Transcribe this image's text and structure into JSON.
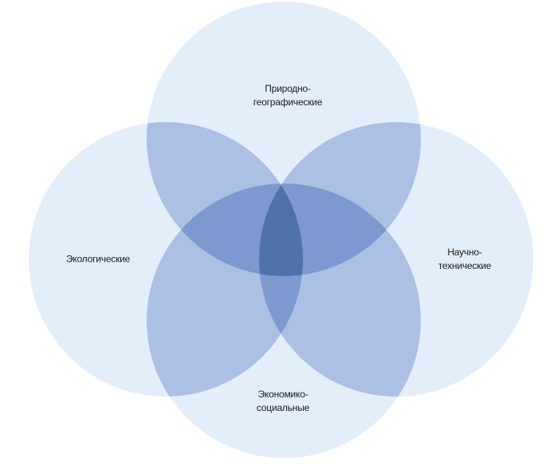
{
  "diagram": {
    "type": "venn",
    "sets": [
      {
        "id": "top",
        "line1": "Природно-",
        "line2": "географические"
      },
      {
        "id": "left",
        "line1": "Экологические",
        "line2": ""
      },
      {
        "id": "right",
        "line1": "Научно-",
        "line2": "технические"
      },
      {
        "id": "bottom",
        "line1": "Экономико-",
        "line2": "социальные"
      }
    ],
    "colors": {
      "single": "#e3eefb",
      "double": "#abc0e3",
      "triple": "#7f98cf",
      "quadruple": "#4f72ab"
    }
  }
}
